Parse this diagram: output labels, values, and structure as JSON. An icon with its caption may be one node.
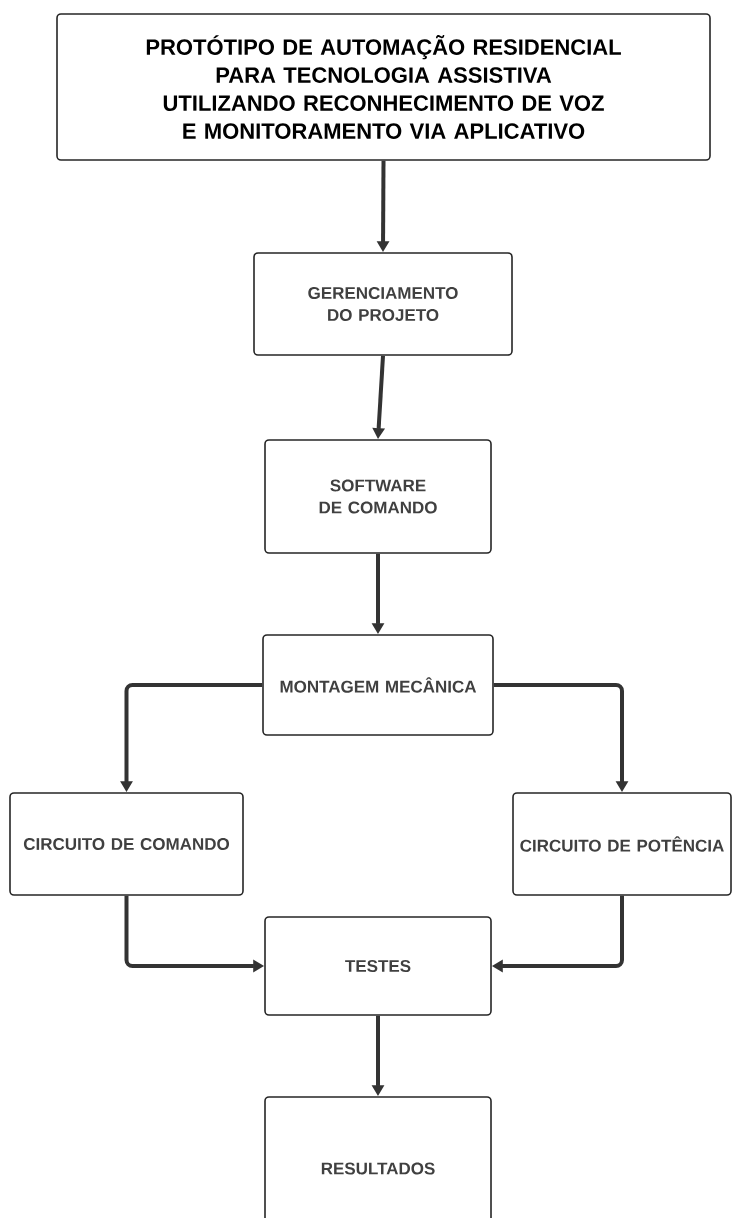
{
  "diagram": {
    "nodes": [
      {
        "text": [
          "PROTÓTIPO DE AUTOMAÇÃO RESIDENCIAL PARA TECNOLOGIA ASSISTIVA UTILIZANDO RECONHECIMENTO DE VOZ E MONITORAMENTO VIA APLICATIVO"
        ]
      },
      {
        "text": [
          "GERENCIAMENTO DO PROJETO"
        ]
      },
      {
        "text": [
          "SOFTWARE DE COMANDO"
        ]
      },
      {
        "text": [
          "MONTAGEM MECÂNICA"
        ]
      },
      {
        "text": [
          "CIRCUITO DE COMANDO"
        ]
      },
      {
        "text": [
          "CIRCUITO DE POTÊNCIA"
        ]
      },
      {
        "text": [
          "TESTES"
        ]
      },
      {
        "text": [
          "RESULTADOS"
        ]
      }
    ],
    "edges": [
      {
        "from": 0,
        "to": 1,
        "arrow": "to"
      },
      {
        "from": 1,
        "to": 2,
        "arrow": "to"
      },
      {
        "from": 2,
        "to": 3,
        "arrow": "to"
      },
      {
        "from": 3,
        "to": 4,
        "arrow": "to"
      },
      {
        "from": 3,
        "to": 5,
        "arrow": "to"
      },
      {
        "from": 4,
        "to": 6,
        "arrow": "to"
      },
      {
        "from": 5,
        "to": 6,
        "arrow": "to"
      },
      {
        "from": 6,
        "to": 7,
        "arrow": "to"
      }
    ]
  }
}
